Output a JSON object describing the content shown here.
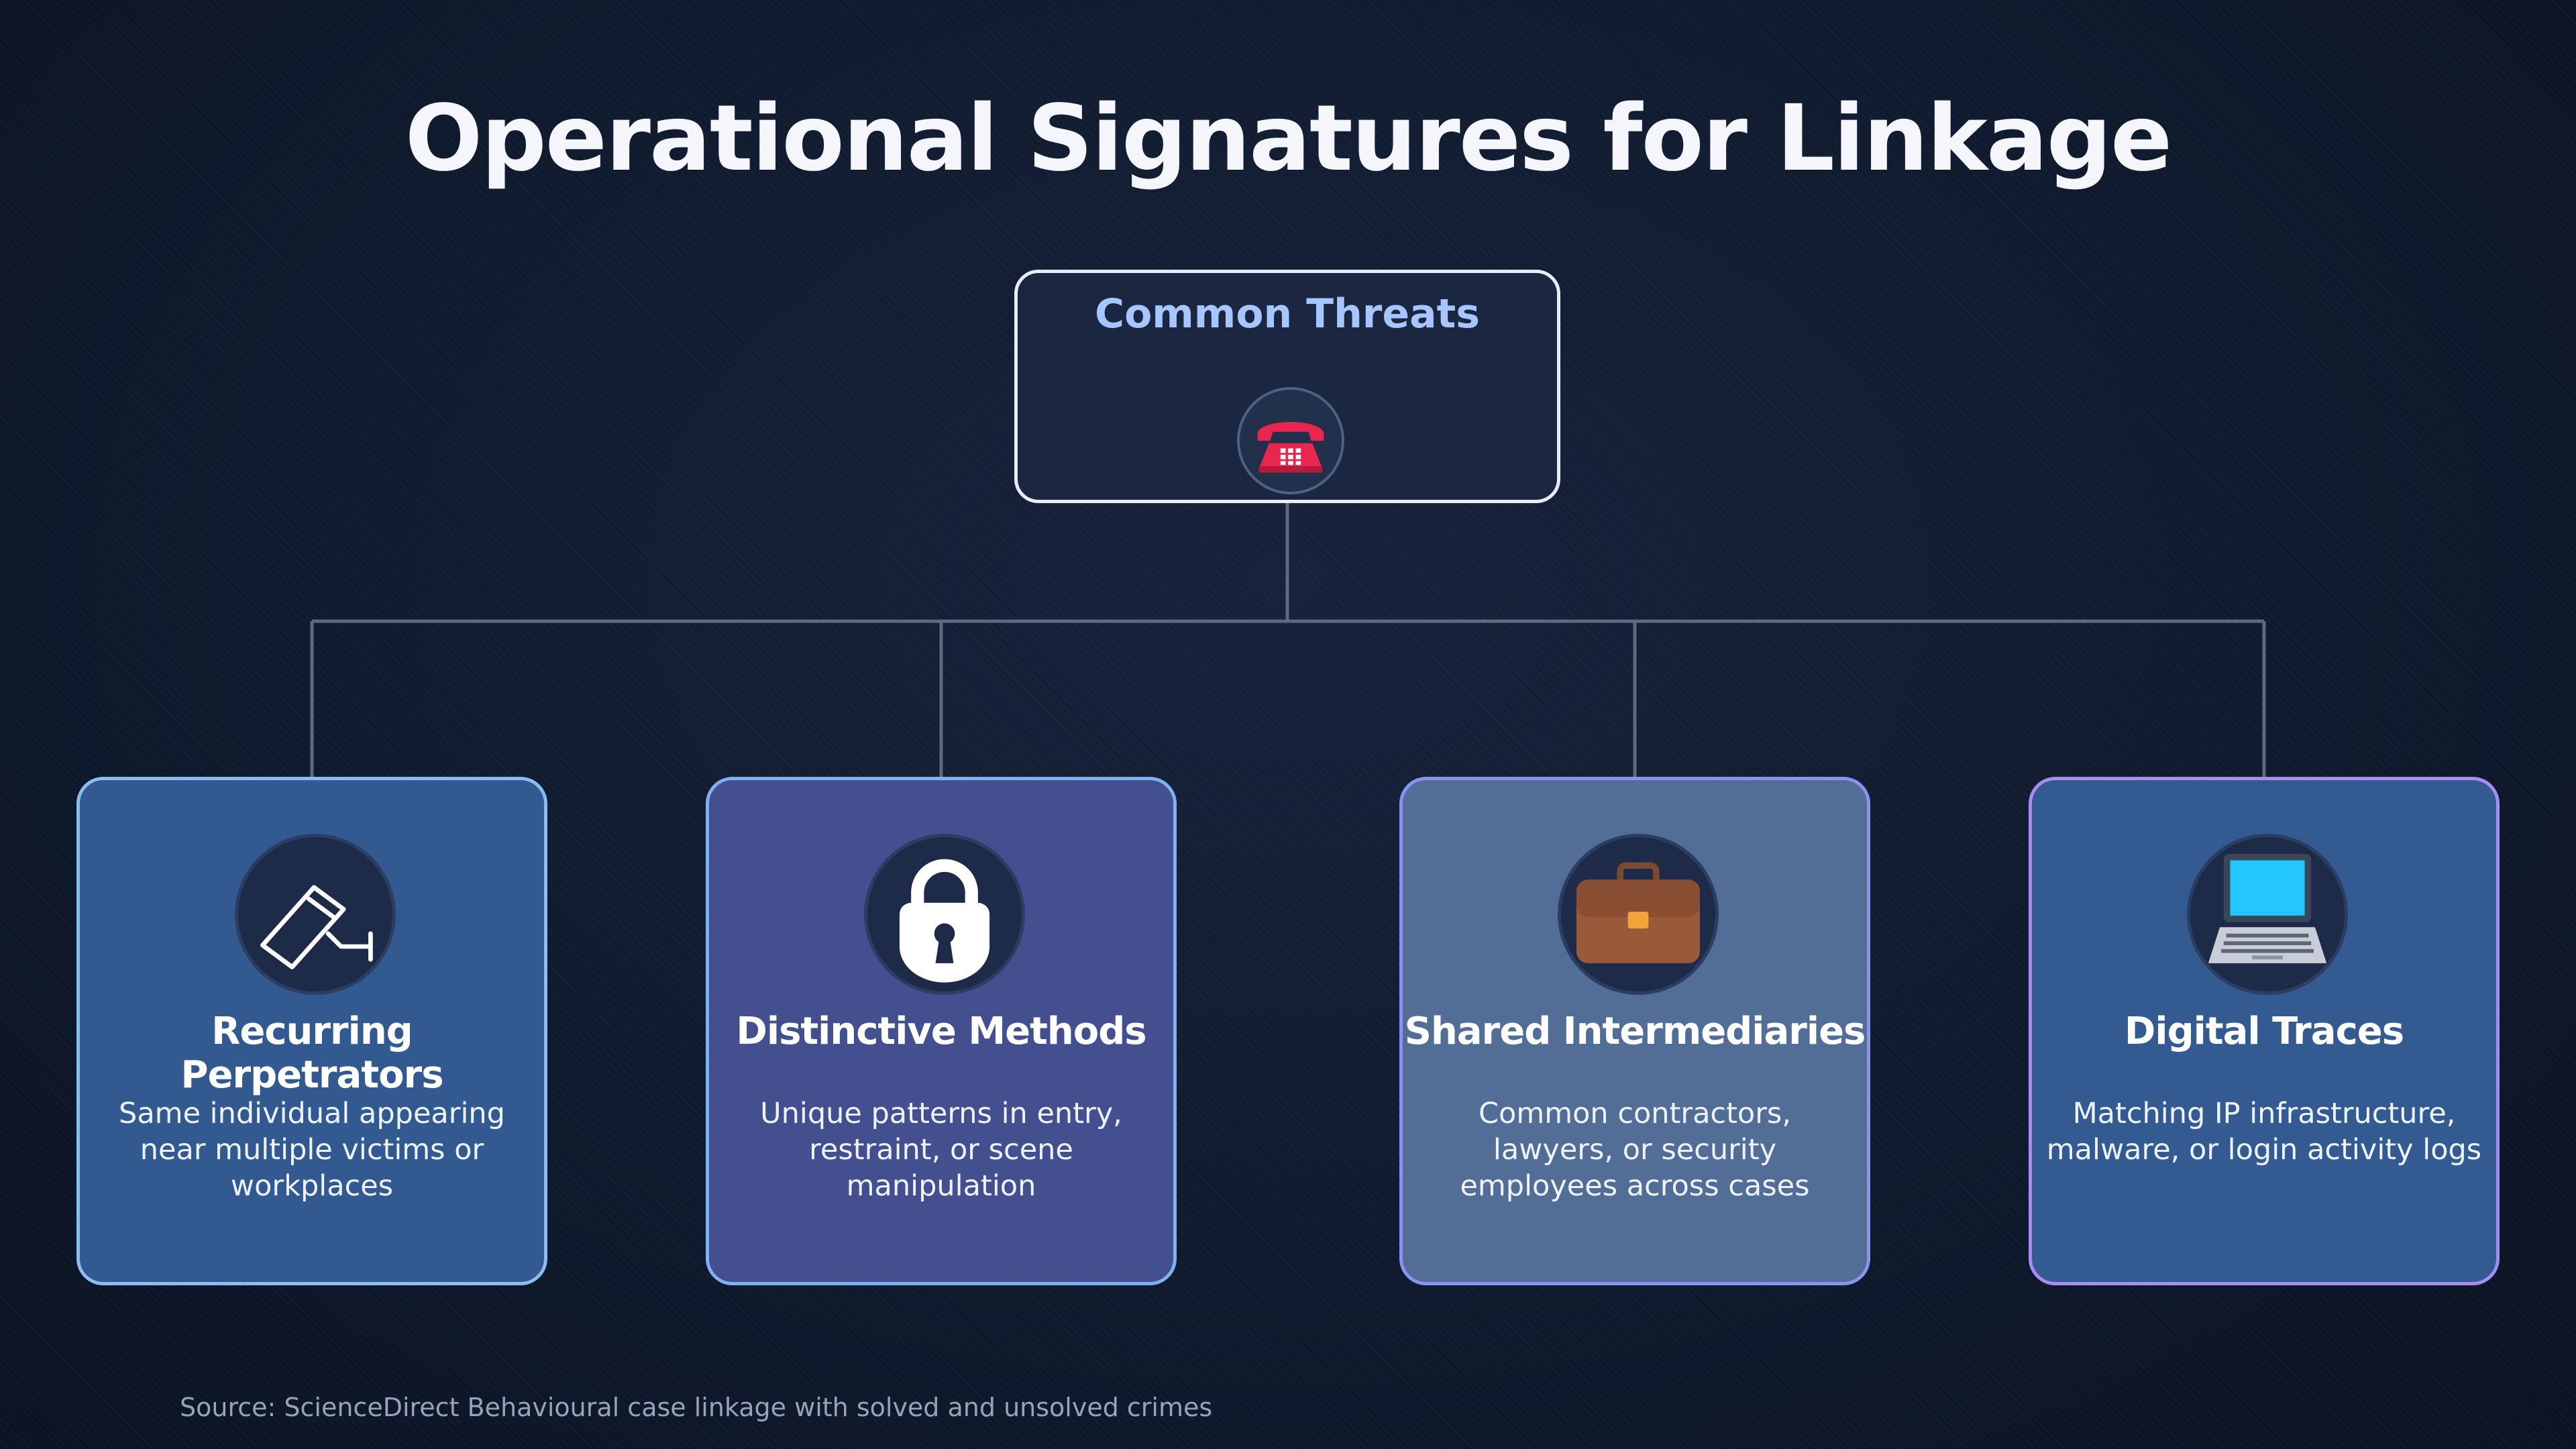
{
  "title": "Operational Signatures for Linkage",
  "root": {
    "label": "Common Threats",
    "icon": "telephone-icon"
  },
  "cards": [
    {
      "title": "Recurring Perpetrators",
      "description": "Same individual appearing near multiple victims or workplaces",
      "icon": "surveillance-camera-icon"
    },
    {
      "title": "Distinctive Methods",
      "description": "Unique patterns in entry, restraint, or scene manipulation",
      "icon": "padlock-icon"
    },
    {
      "title": "Shared Intermediaries",
      "description": "Common contractors, lawyers, or security employees across cases",
      "icon": "briefcase-icon"
    },
    {
      "title": "Digital Traces",
      "description": "Matching IP infrastructure, malware, or login activity logs",
      "icon": "laptop-icon"
    }
  ],
  "source": "Source: ScienceDirect Behavioural case linkage with solved and unsolved crimes",
  "colors": {
    "background": "#0f1a2f",
    "title": "#f4f6fb",
    "root_label": "#a7c6ff",
    "connector": "#5d6a80"
  }
}
